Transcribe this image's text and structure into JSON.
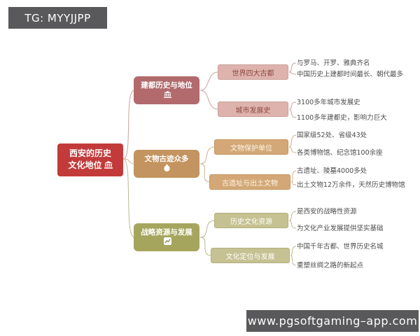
{
  "watermarks": {
    "top": "TG: MYYJJPP",
    "bottom": "www.pgsoftgaming–app.com"
  },
  "root": {
    "line1": "西安的历史",
    "line2": "文化地位",
    "icon": "bank-icon",
    "color": "#c23a3a"
  },
  "branches": [
    {
      "label": "建都历史与地位",
      "icon": "bank-icon",
      "color": "#b26a6d",
      "children": [
        {
          "label": "世界四大古都",
          "leaves": [
            "与罗马、开罗、雅典齐名",
            "中国历史上建都时间最长、朝代最多"
          ]
        },
        {
          "label": "城市发展史",
          "leaves": [
            "3100多年城市发展史",
            "1100多年建都史，影响力巨大"
          ]
        }
      ]
    },
    {
      "label": "文物古迹众多",
      "icon": "relic-icon",
      "color": "#c3945f",
      "children": [
        {
          "label": "文物保护单位",
          "leaves": [
            "国家级52处、省级43处",
            "各类博物馆、纪念馆100余座"
          ]
        },
        {
          "label": "古遗址与出土文物",
          "leaves": [
            "古遗址、陵墓4000多处",
            "出土文物12万余件，天然历史博物馆"
          ]
        }
      ]
    },
    {
      "label": "战略资源与发展",
      "icon": "chart-icon",
      "color": "#a6a55e",
      "children": [
        {
          "label": "历史文化资源",
          "leaves": [
            "是西安的战略性资源",
            "为文化产业发展提供坚实基础"
          ]
        },
        {
          "label": "文化定位与发展",
          "leaves": [
            "中国千年古都、世界历史名城",
            "重塑丝绸之路的新起点"
          ]
        }
      ]
    }
  ],
  "connector_colors": {
    "branch1": "#c9a39c",
    "branch2": "#cdb28c",
    "branch3": "#b9b890"
  }
}
